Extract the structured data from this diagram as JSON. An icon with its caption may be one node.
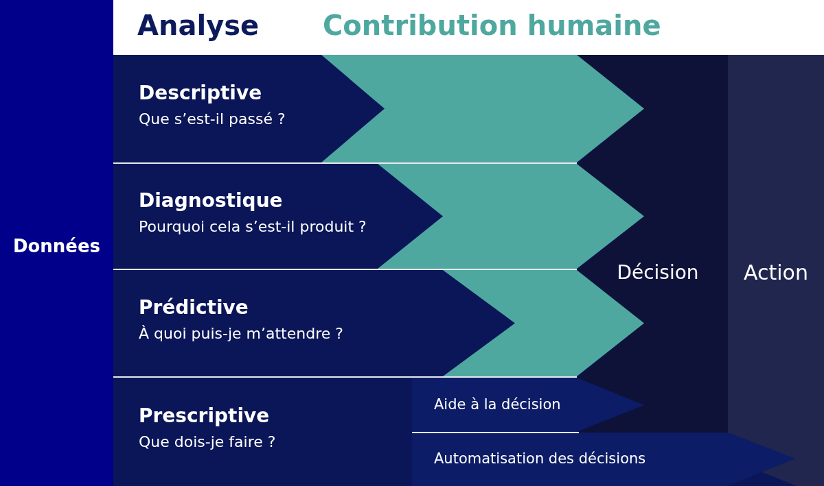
{
  "diagram": {
    "nodes": [
      {
        "text": [
          "Données"
        ]
      },
      {
        "text": [
          "Descriptive",
          "Que s’est-il passé ?"
        ]
      },
      {
        "text": [
          "Diagnostique",
          "Pourquoi cela s’est-il produit ?"
        ]
      },
      {
        "text": [
          "Prédictive",
          "À quoi puis-je m’attendre ?"
        ]
      },
      {
        "text": [
          "Prescriptive",
          "Que dois-je faire ?"
        ]
      },
      {
        "text": [
          "Aide à la décision"
        ]
      },
      {
        "text": [
          "Automatisation des décisions"
        ]
      },
      {
        "text": [
          "Décision"
        ]
      },
      {
        "text": [
          "Action"
        ]
      }
    ],
    "edges": [
      {
        "from": 1,
        "to": 7,
        "arrow": "to",
        "style": "thick"
      },
      {
        "from": 2,
        "to": 7,
        "arrow": "to",
        "style": "thick"
      },
      {
        "from": 3,
        "to": 7,
        "arrow": "to",
        "style": "thick"
      }
    ],
    "labels": [
      "Analyse",
      "Contribution humaine"
    ]
  }
}
